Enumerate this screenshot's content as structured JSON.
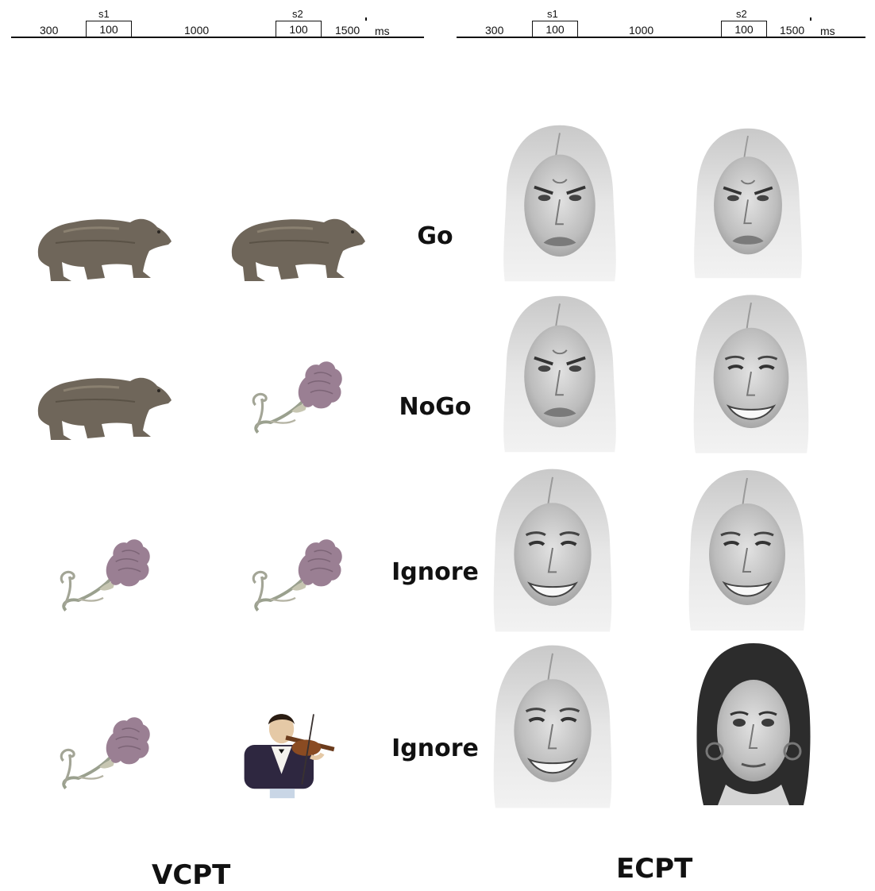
{
  "timeline": {
    "pre": "300",
    "s1_label": "s1",
    "s1_dur": "100",
    "isi": "1000",
    "s2_label": "s2",
    "s2_dur": "100",
    "post": "1500",
    "unit": "ms"
  },
  "conditions": [
    "Go",
    "NoGo",
    "Ignore",
    "Ignore"
  ],
  "panels": {
    "left_title": "VCPT",
    "right_title": "ECPT"
  },
  "stimuli": {
    "vcpt": [
      [
        "bear",
        "bear"
      ],
      [
        "bear",
        "flower"
      ],
      [
        "flower",
        "flower"
      ],
      [
        "flower",
        "violinist"
      ]
    ],
    "ecpt": [
      [
        "angry-face",
        "angry-face"
      ],
      [
        "angry-face",
        "happy-face"
      ],
      [
        "happy-face",
        "happy-face"
      ],
      [
        "happy-face",
        "neutral-face"
      ]
    ]
  },
  "colors": {
    "bear": "#6f665a",
    "flower": "#9a7f93",
    "ink": "#111111"
  }
}
